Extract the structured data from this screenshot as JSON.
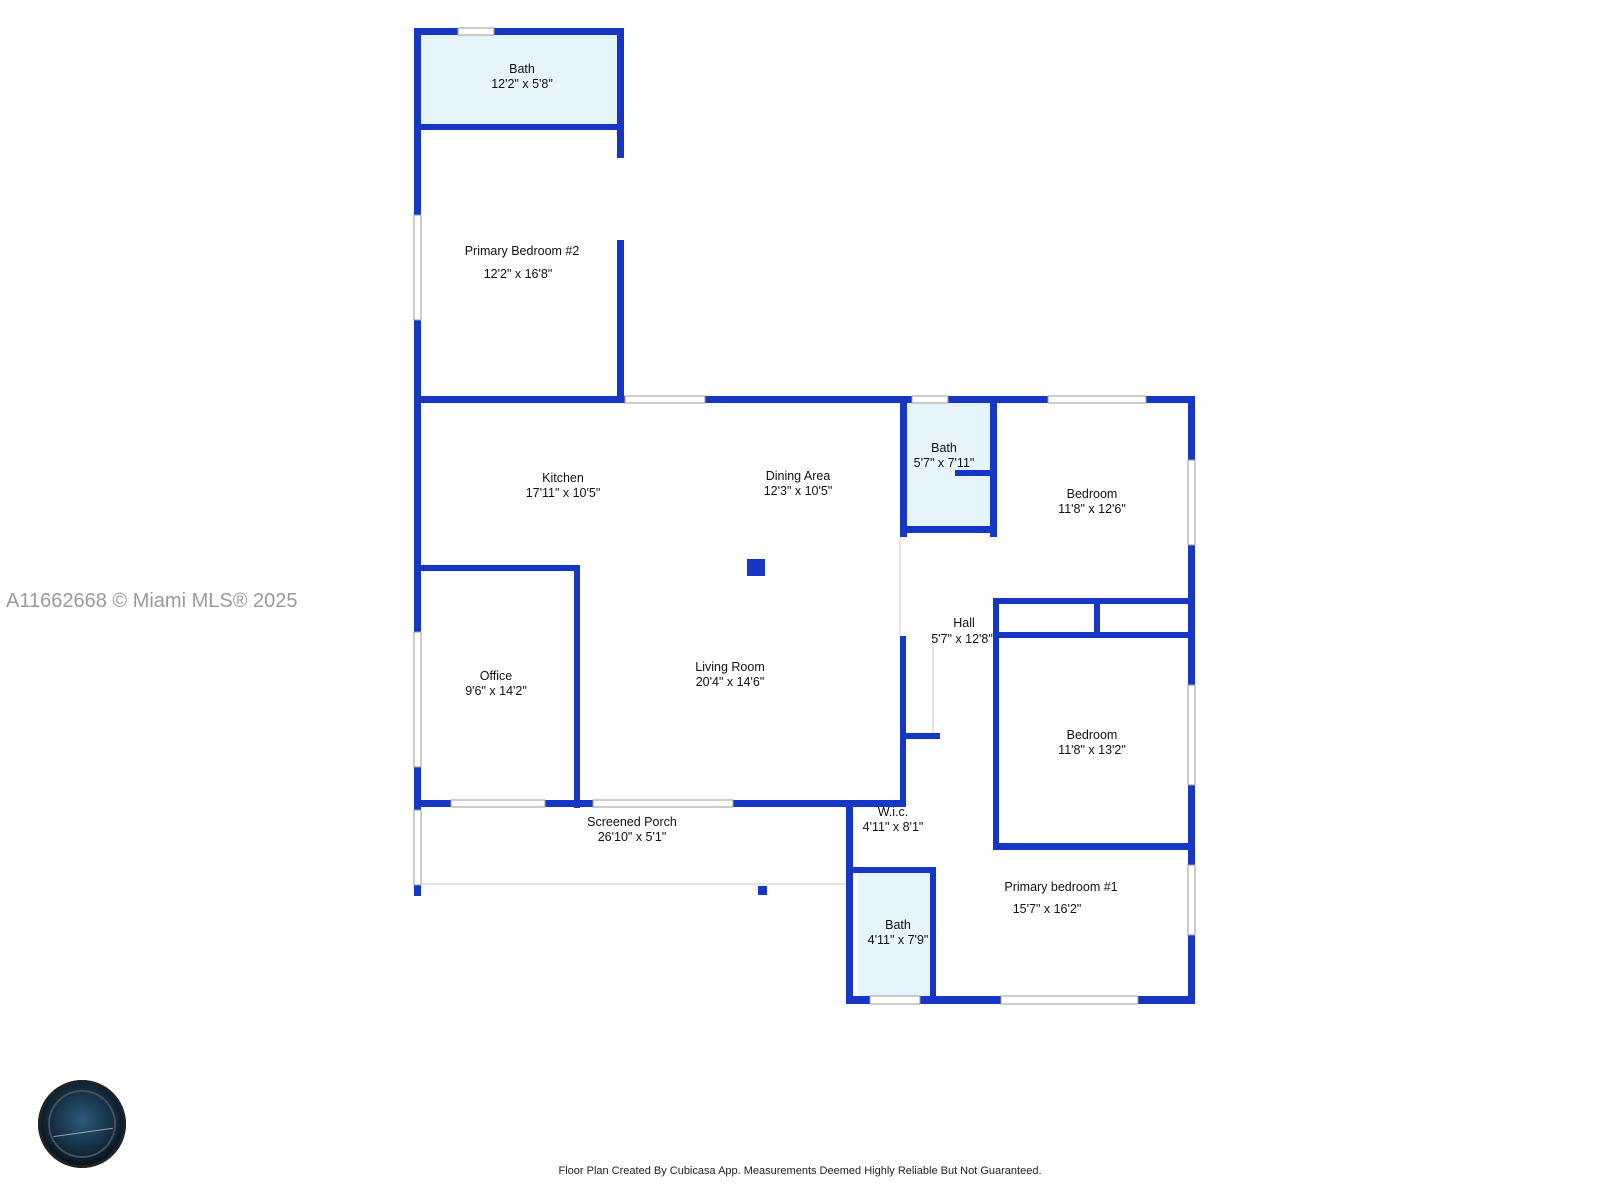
{
  "rooms": [
    {
      "id": "bath-top",
      "name": "Bath",
      "dims": "12'2\" x 5'8\""
    },
    {
      "id": "primary-bedroom-2",
      "name": "Primary Bedroom #2",
      "dims": "12'2\" x 16'8\""
    },
    {
      "id": "kitchen",
      "name": "Kitchen",
      "dims": "17'11\" x 10'5\""
    },
    {
      "id": "dining-area",
      "name": "Dining Area",
      "dims": "12'3\" x 10'5\""
    },
    {
      "id": "bath-hall",
      "name": "Bath",
      "dims": "5'7\" x 7'11\""
    },
    {
      "id": "bedroom-1",
      "name": "Bedroom",
      "dims": "11'8\" x 12'6\""
    },
    {
      "id": "hall",
      "name": "Hall",
      "dims": "5'7\" x 12'8\""
    },
    {
      "id": "office",
      "name": "Office",
      "dims": "9'6\" x 14'2\""
    },
    {
      "id": "living-room",
      "name": "Living Room",
      "dims": "20'4\" x 14'6\""
    },
    {
      "id": "bedroom-2",
      "name": "Bedroom",
      "dims": "11'8\" x 13'2\""
    },
    {
      "id": "screened-porch",
      "name": "Screened Porch",
      "dims": "26'10\" x 5'1\""
    },
    {
      "id": "wic",
      "name": "W.i.c.",
      "dims": "4'11\" x 8'1\""
    },
    {
      "id": "primary-bedroom-1",
      "name": "Primary bedroom #1",
      "dims": "15'7\" x 16'2\""
    },
    {
      "id": "bath-primary",
      "name": "Bath",
      "dims": "4'11\" x 7'9\""
    }
  ],
  "watermark": "A11662668 © Miami MLS® 2025",
  "footer": "Floor Plan Created By Cubicasa App. Measurements Deemed Highly Reliable But Not Guaranteed.",
  "colors": {
    "wall": "#1537c4",
    "bath_fill": "#e6f4fb",
    "window": "#ffffff"
  }
}
